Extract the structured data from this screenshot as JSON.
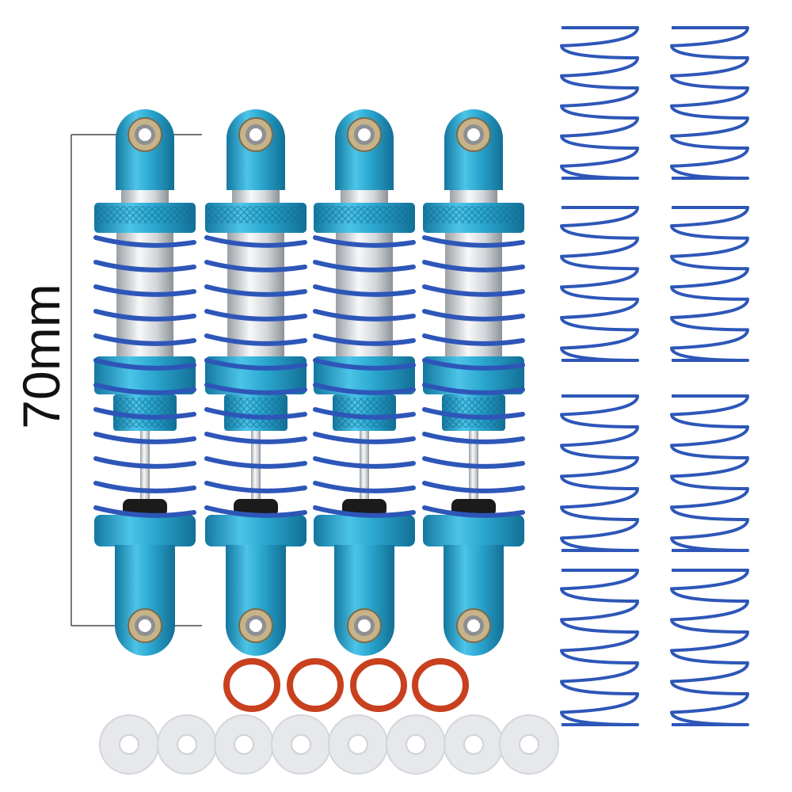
{
  "dimension": {
    "label": "70mm"
  },
  "colors": {
    "aluminum_blue": "#2aa6cf",
    "aluminum_dark": "#1a86ad",
    "spring_blue": "#2d56b8",
    "oring_red": "#c8401e",
    "washer": "#e6e8eb",
    "silver": "#d9dde0",
    "eyelet_bronze": "#c7b38a"
  },
  "items": {
    "shocks": 4,
    "loose_springs": 8,
    "o_rings": 4,
    "washers": 8
  }
}
